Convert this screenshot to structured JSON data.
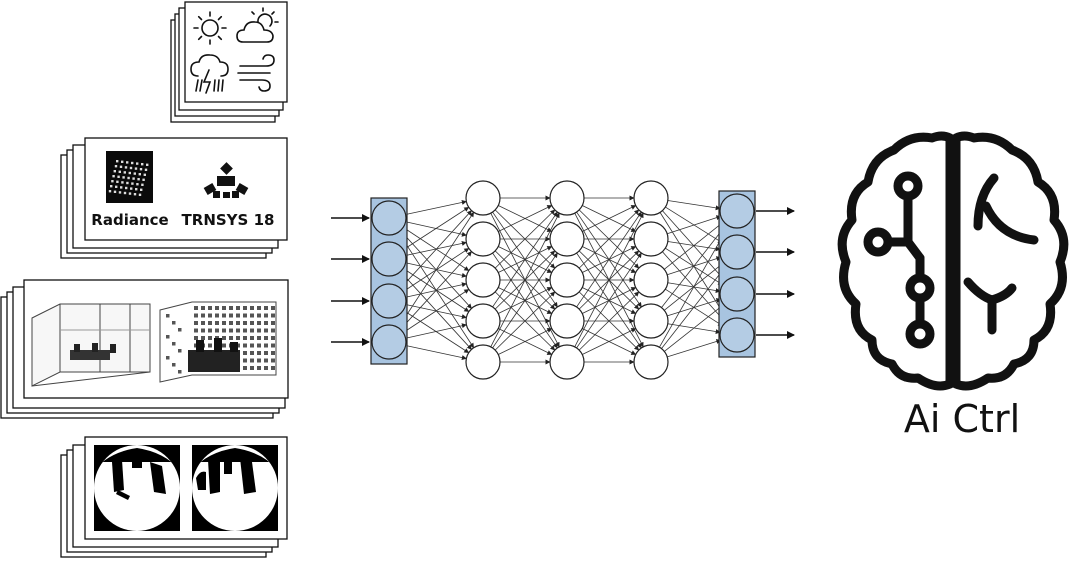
{
  "tools": {
    "radiance_label": "Radiance",
    "trnsys_label": "TRNSYS 18"
  },
  "brain": {
    "label": "Ai Ctrl"
  },
  "network": {
    "input_nodes": 4,
    "hidden_layers": 3,
    "hidden_nodes": 5,
    "output_nodes": 4,
    "io_fill": "#b4cce4",
    "io_box_fill": "#a8c4e0"
  },
  "icons": {
    "weather": [
      "sun-icon",
      "sun-behind-cloud-icon",
      "storm-cloud-icon",
      "wind-icon"
    ],
    "tools": [
      "radiance-logo-icon",
      "trnsys-logo-icon"
    ],
    "brain": "brain-circuit-icon"
  }
}
